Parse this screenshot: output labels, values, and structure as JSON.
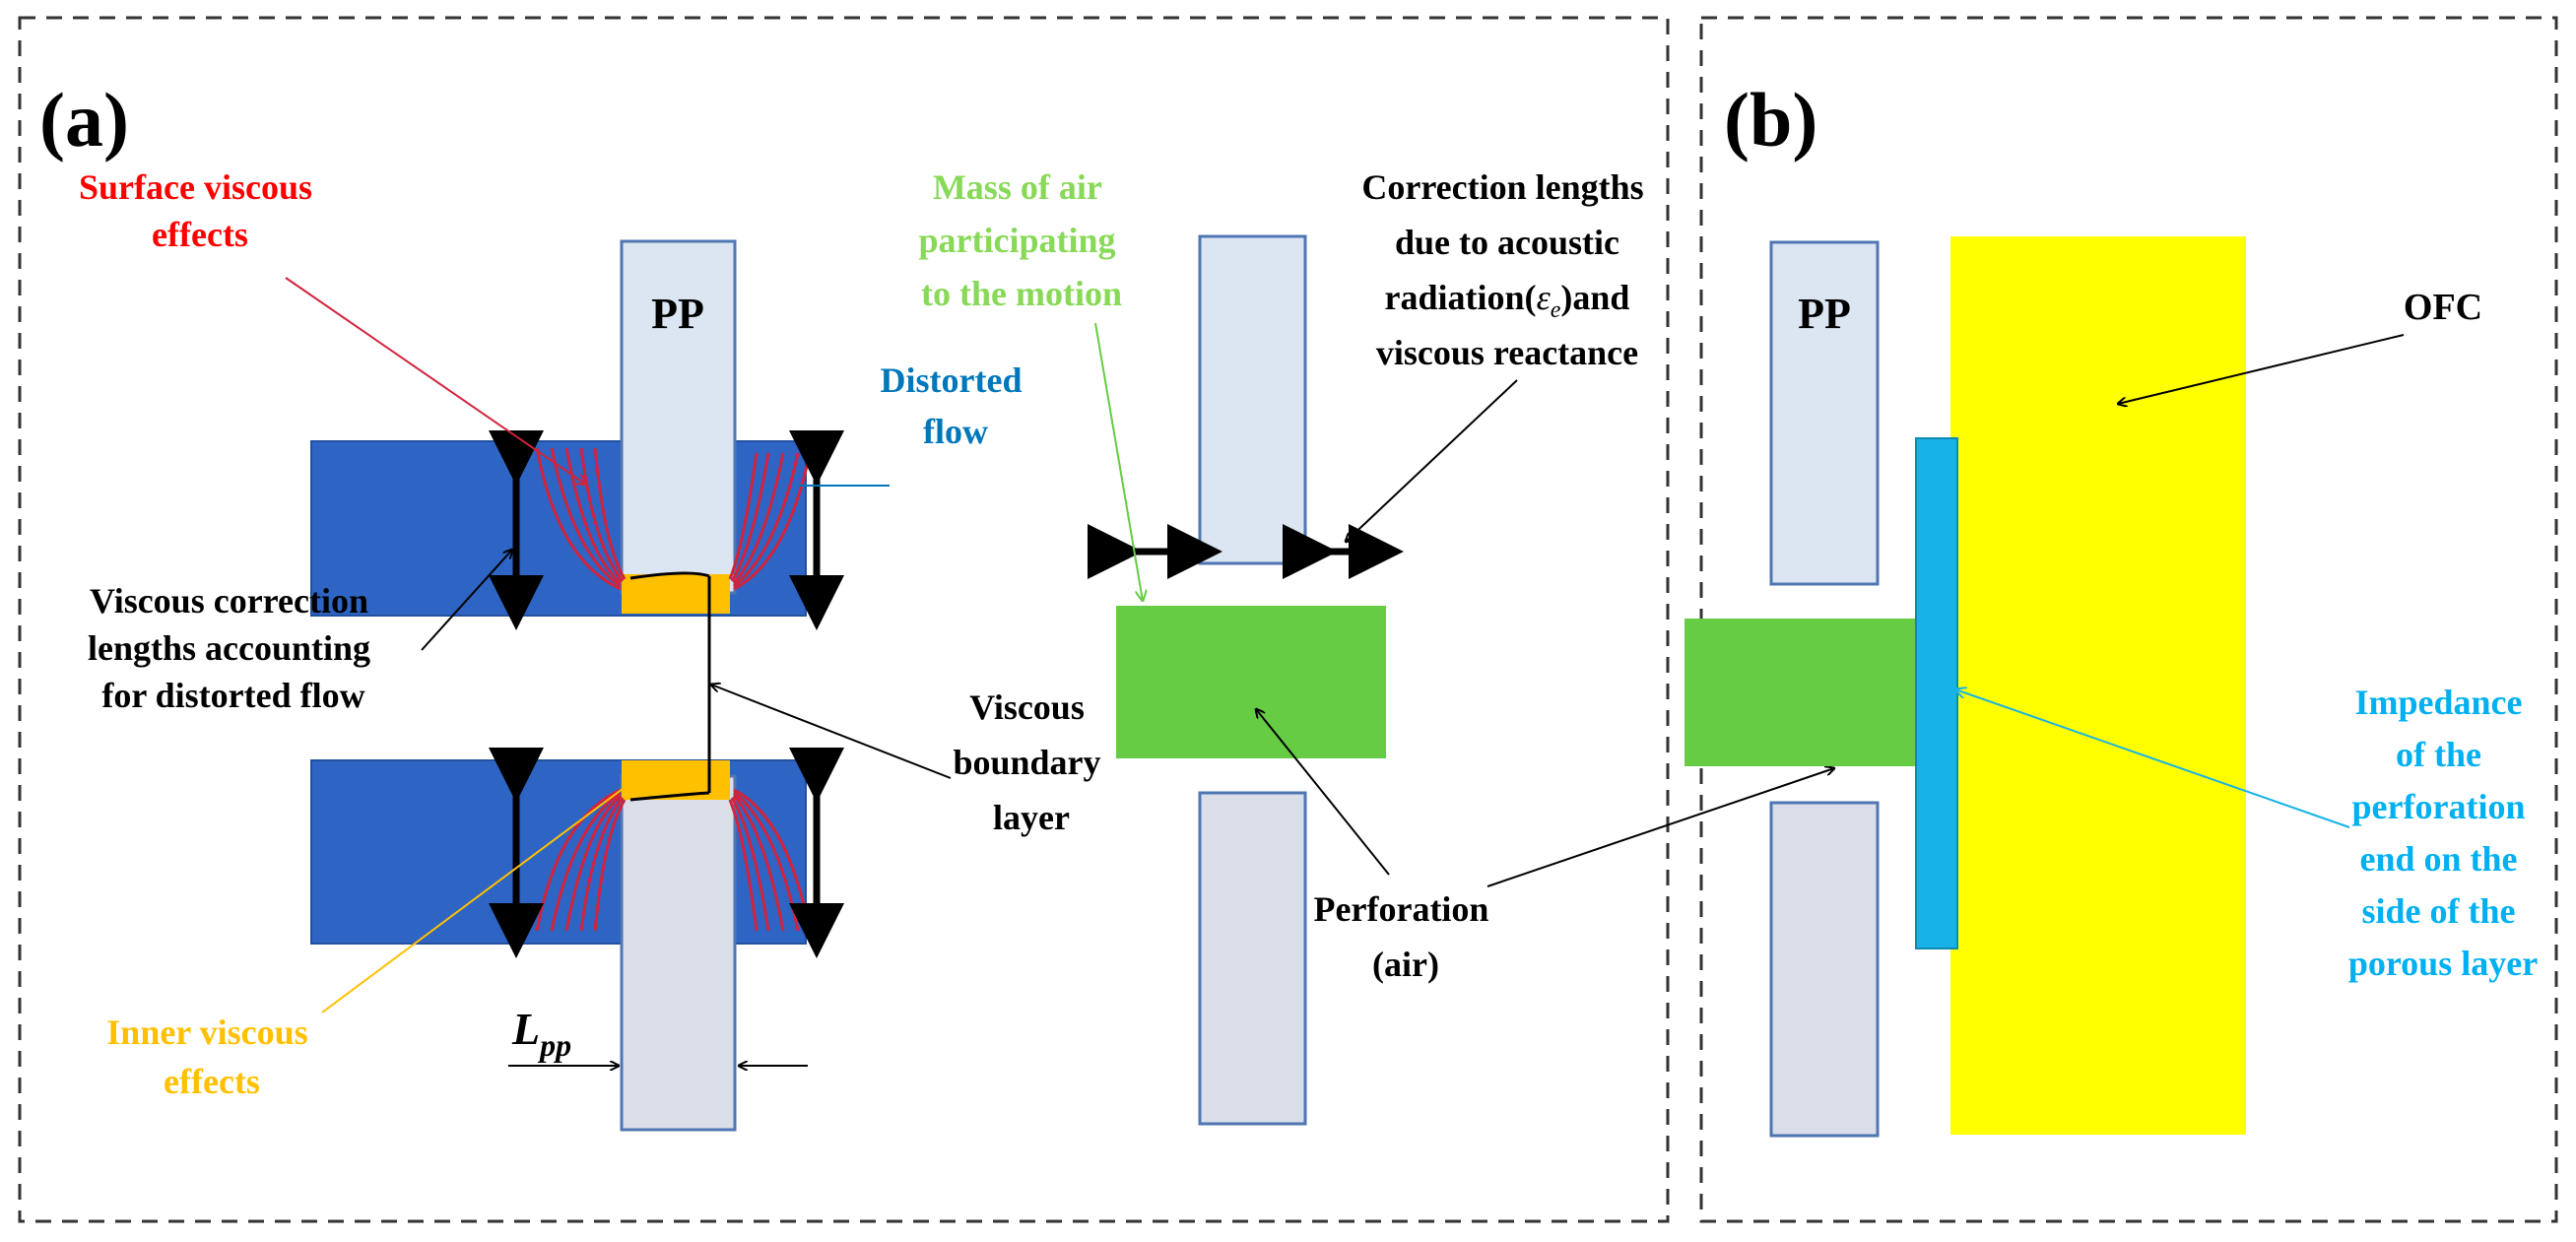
{
  "panel_a": {
    "label": "(a)",
    "plate_label": "PP",
    "surface_viscous": [
      "Surface viscous",
      "effects"
    ],
    "distorted_flow": [
      "Distorted",
      "flow"
    ],
    "viscous_correction": [
      "Viscous correction",
      "lengths accounting",
      "for distorted flow"
    ],
    "inner_viscous": [
      "Inner viscous",
      "effects"
    ],
    "lpp_main": "L",
    "lpp_sub": "pp",
    "boundary_layer": [
      "Viscous",
      "boundary",
      "layer"
    ],
    "mass_of_air": [
      "Mass of air",
      "participating",
      "to the motion"
    ],
    "correction_lengths_line1": "Correction lengths",
    "correction_lengths_line2": "due to acoustic",
    "correction_lengths_line3_pre": "radiation(",
    "correction_lengths_line3_sym": "ε",
    "correction_lengths_line3_sub": "e",
    "correction_lengths_line3_post": ")and",
    "correction_lengths_line4": "viscous reactance",
    "perforation": [
      "Perforation",
      "(air)"
    ]
  },
  "panel_b": {
    "label": "(b)",
    "plate_label": "PP",
    "ofc": "OFC",
    "impedance": [
      "Impedance",
      "of the",
      "perforation",
      "end on the",
      "side of the",
      "porous layer"
    ]
  },
  "colors": {
    "plate_top": "#dce6f2",
    "plate_bottom": "#d9dee8",
    "plate_stroke": "#4f75b3",
    "flow_blue": "#2e64c4",
    "streamline_red": "#d2233c",
    "inner_orange": "#ffc000",
    "air_green": "#66cc44",
    "porous_yellow": "#ffff00",
    "impedance_cyan": "#17b3e6",
    "text_red": "#ff0000",
    "text_blue": "#0077bb",
    "text_orange": "#ffc000",
    "text_green": "#88d957",
    "text_cyan": "#00b0f0"
  }
}
